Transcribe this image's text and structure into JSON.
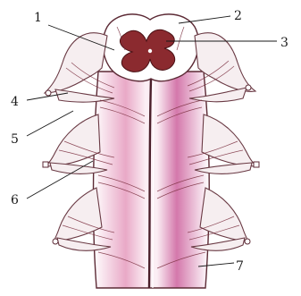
{
  "labels": [
    {
      "id": "1",
      "text": "1"
    },
    {
      "id": "2",
      "text": "2"
    },
    {
      "id": "3",
      "text": "3"
    },
    {
      "id": "4",
      "text": "4"
    },
    {
      "id": "5",
      "text": "5"
    },
    {
      "id": "6",
      "text": "6"
    },
    {
      "id": "7",
      "text": "7"
    }
  ],
  "colors": {
    "grey_matter": "#8b2a2f",
    "cord_tint": "#d98bb6",
    "outline": "#5c2a35",
    "nerve_fill": "#f6eef0"
  }
}
